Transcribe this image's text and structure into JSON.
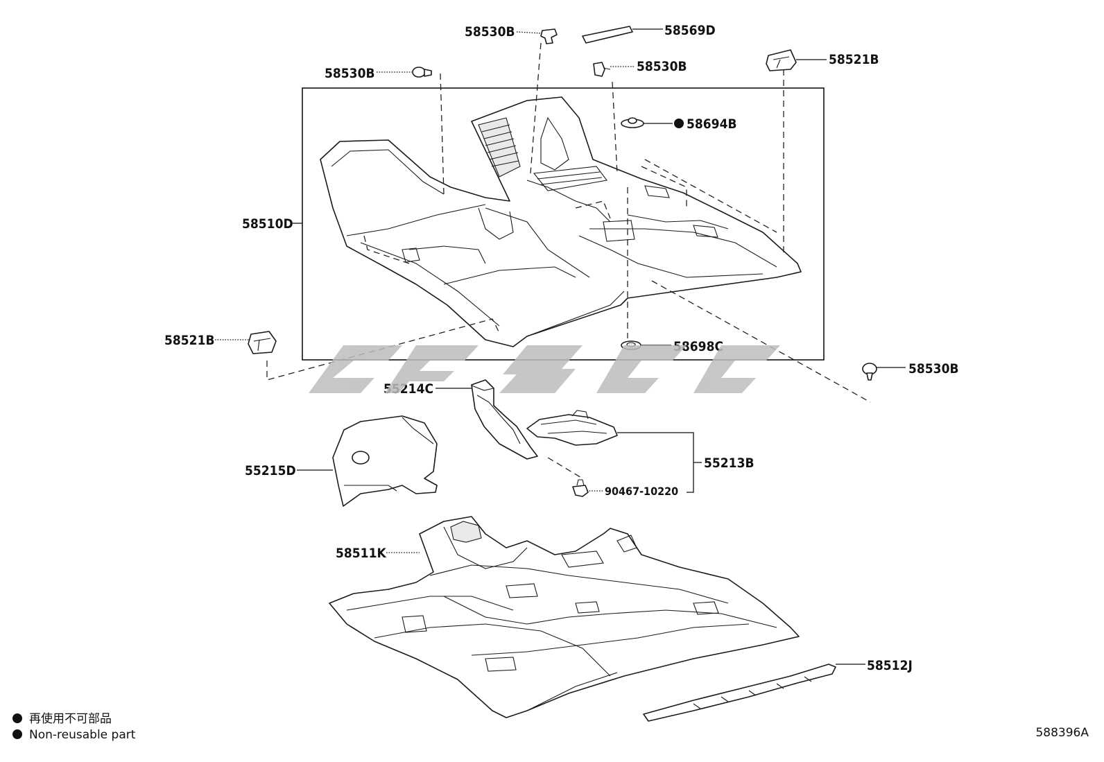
{
  "labels": {
    "p58530B_top": "58530B",
    "p58569D": "58569D",
    "p58530B_left": "58530B",
    "p58530B_mid": "58530B",
    "p58521B_right": "58521B",
    "p58694B": "58694B",
    "p58510D": "58510D",
    "p58521B_left": "58521B",
    "p58698C": "58698C",
    "p58530B_right": "58530B",
    "p55214C": "55214C",
    "p55215D": "55215D",
    "p55213B": "55213B",
    "p90467": "90467-10220",
    "p58511K": "58511K",
    "p58512J": "58512J"
  },
  "legend": {
    "line_jp": "再使用不可部品",
    "line_en": "Non-reusable part"
  },
  "diagram_code": "588396A",
  "colors": {
    "watermark": "#bdbdbd",
    "line": "#111111"
  }
}
